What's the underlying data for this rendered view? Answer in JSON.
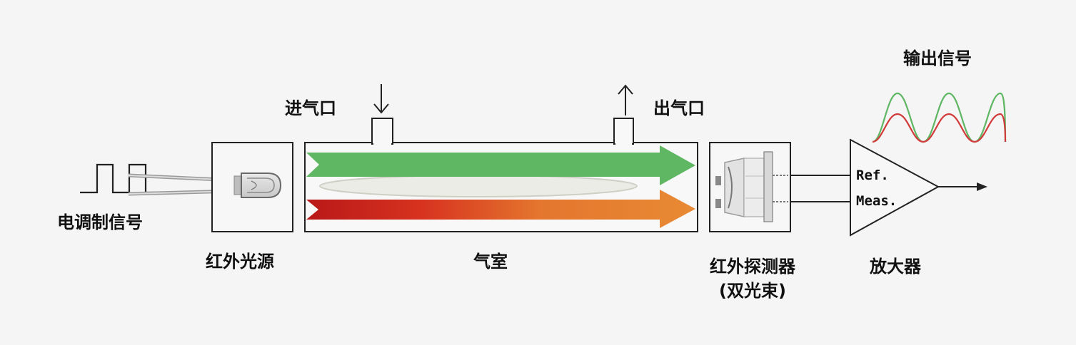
{
  "labels": {
    "modulation_signal": "电调制信号",
    "ir_source": "红外光源",
    "gas_inlet": "进气口",
    "gas_outlet": "出气口",
    "gas_chamber": "气室",
    "ir_detector_line1": "红外探测器",
    "ir_detector_line2": "(双光束)",
    "amplifier": "放大器",
    "output_signal": "输出信号",
    "ref": "Ref.",
    "meas": "Meas."
  },
  "colors": {
    "background": "#f5f5f5",
    "outline": "#222222",
    "reference_beam": "#5fb663",
    "measure_beam_start": "#c42020",
    "measure_beam_end": "#e88a34",
    "output_wave_ref": "#5fb663",
    "output_wave_meas": "#d23a3a"
  },
  "icons": {
    "inlet_arrow": "arrow-down-icon",
    "outlet_arrow": "arrow-up-icon",
    "output_arrow": "arrow-right-icon",
    "source": "ir-lamp-icon",
    "detector": "dual-beam-detector-icon",
    "amplifier": "amplifier-triangle-icon"
  }
}
